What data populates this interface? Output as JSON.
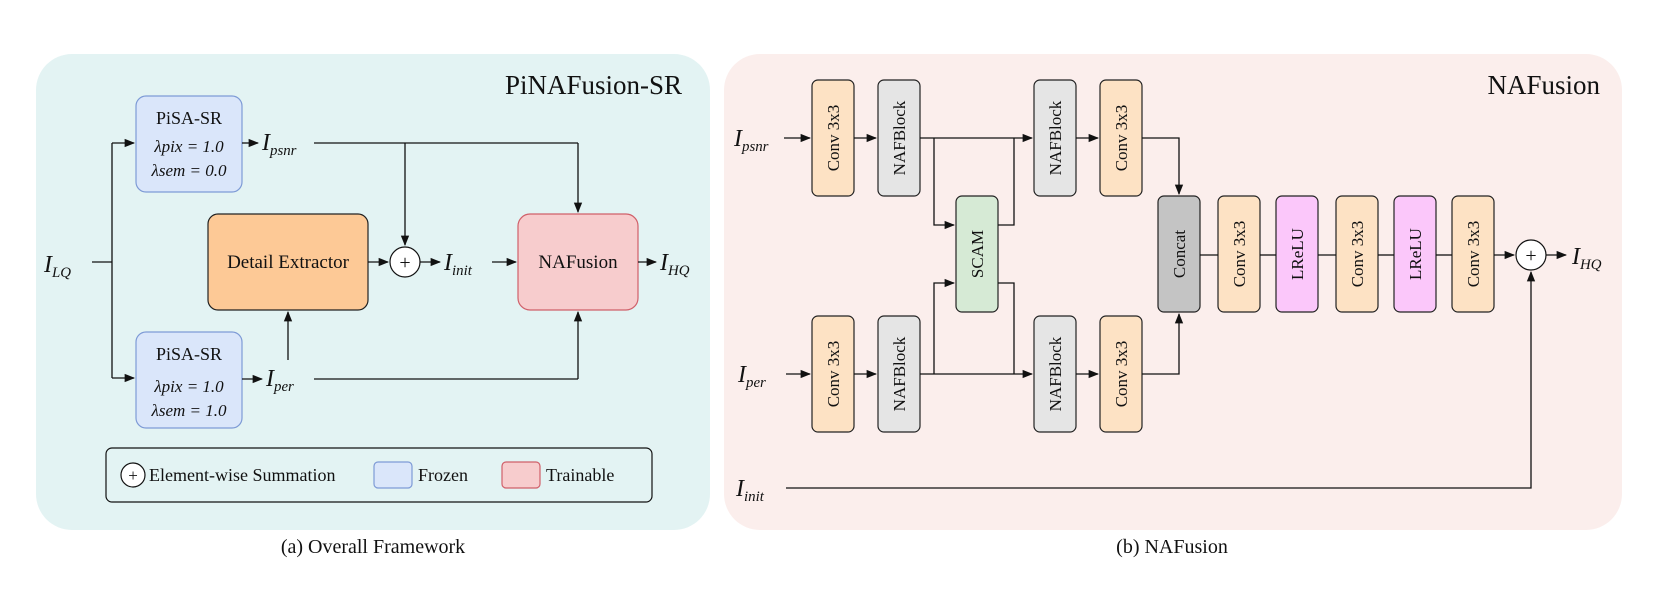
{
  "colors": {
    "panel_a_bg": "#e3f3f3",
    "panel_b_bg": "#fbeeec",
    "frozen": "#dae6fa",
    "trainable": "#f7cccd",
    "detail": "#fdc996",
    "conv": "#fde2c4",
    "nafblock": "#e5e5e5",
    "scam": "#d6ead5",
    "lrelu": "#fbc7fa",
    "concat": "#c4c4c4"
  },
  "panel_a": {
    "title": "PiNAFusion-SR",
    "caption": "(a) Overall Framework",
    "pisa_top": {
      "name": "PiSA-SR",
      "lambda_pix": "λpix = 1.0",
      "lambda_sem": "λsem = 0.0"
    },
    "pisa_bottom": {
      "name": "PiSA-SR",
      "lambda_pix": "λpix = 1.0",
      "lambda_sem": "λsem = 1.0"
    },
    "detail_extractor": "Detail Extractor",
    "sum_symbol": "+",
    "nafusion": "NAFusion",
    "inputs": {
      "lq": "LQ",
      "psnr": "psnr",
      "per": "per",
      "init": "init",
      "hq": "HQ"
    },
    "legend": {
      "sum_symbol": "+",
      "sum_label": "Element-wise Summation",
      "frozen_label": "Frozen",
      "trainable_label": "Trainable"
    }
  },
  "panel_b": {
    "title": "NAFusion",
    "caption": "(b) NAFusion",
    "inputs": {
      "psnr": "psnr",
      "per": "per",
      "init": "init",
      "hq": "HQ"
    },
    "blocks": {
      "conv": "Conv 3x3",
      "nafblock": "NAFBlock",
      "scam": "SCAM",
      "concat": "Concat",
      "lrelu": "LReLU"
    },
    "sum_symbol": "+"
  }
}
